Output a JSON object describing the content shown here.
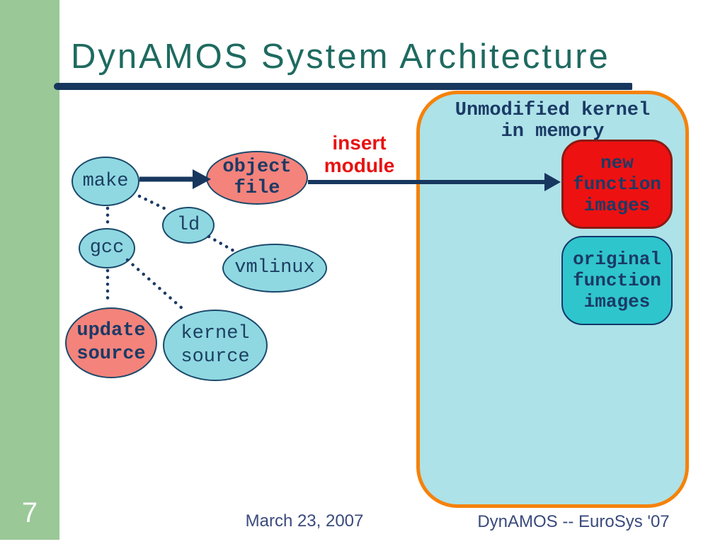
{
  "slide": {
    "page_number": "7",
    "title": "DynAMOS System Architecture"
  },
  "labels": {
    "insert_module": "insert\nmodule",
    "kernel_box_title": "Unmodified kernel\nin memory"
  },
  "nodes": {
    "make": "make",
    "object_file": "object\nfile",
    "ld": "ld",
    "gcc": "gcc",
    "vmlinux": "vmlinux",
    "update_source": "update\nsource",
    "kernel_source": "kernel\nsource",
    "new_function_images": "new\nfunction\nimages",
    "original_function_images": "original\nfunction\nimages"
  },
  "footer": {
    "date": "March 23, 2007",
    "right": "DynAMOS -- EuroSys '07"
  },
  "colors": {
    "sidebar_green": "#9AC897",
    "title_teal": "#1E6A60",
    "divider_navy": "#17375E",
    "node_border_navy": "#1B4A6B",
    "mono_text_navy": "#1B3A66",
    "ellipse_cyan": "#8FD8E1",
    "kernel_box_cyan": "#ADE2E8",
    "kernel_box_border_orange": "#F5820A",
    "salmon": "#F4837B",
    "new_images_red": "#EE1111",
    "original_images_teal": "#2FC5CC",
    "insert_module_red": "#E81212",
    "footer_text": "#3A4A7C"
  }
}
